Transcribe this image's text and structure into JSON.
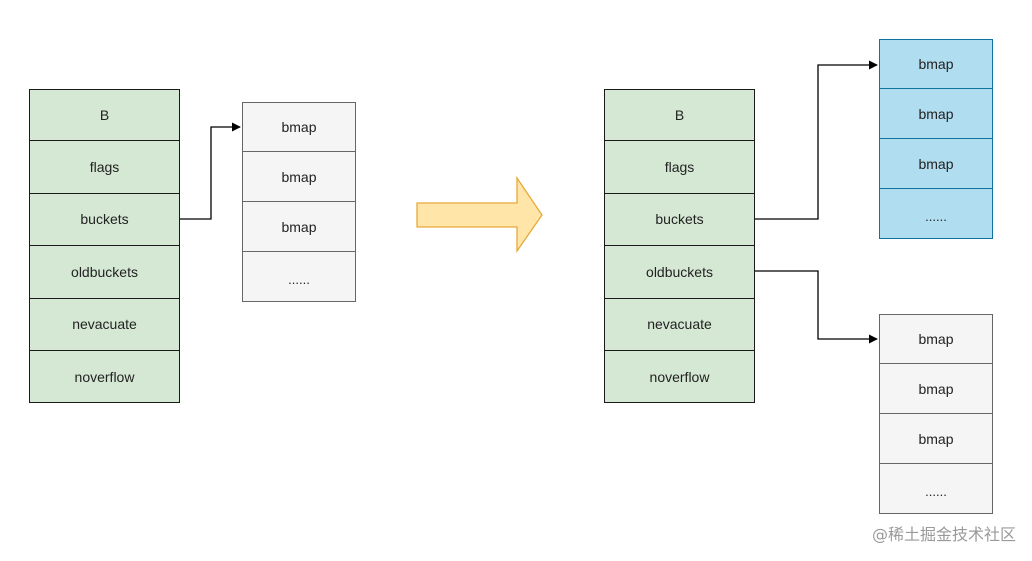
{
  "hmap_fields": [
    "B",
    "flags",
    "buckets",
    "oldbuckets",
    "nevacuate",
    "noverflow"
  ],
  "buckets_before": [
    "bmap",
    "bmap",
    "bmap",
    "......"
  ],
  "buckets_after_new": [
    "bmap",
    "bmap",
    "bmap",
    "......"
  ],
  "buckets_after_old": [
    "bmap",
    "bmap",
    "bmap",
    "......"
  ],
  "colors": {
    "hmap_fill": "#d5e8d4",
    "bucket_fill": "#f5f5f5",
    "new_bucket_fill": "#b1ddf0",
    "new_bucket_stroke": "#10739e",
    "transition_arrow_fill": "#ffe6a8",
    "transition_arrow_stroke": "#e6a93a"
  },
  "watermark": "@稀土掘金技术社区"
}
